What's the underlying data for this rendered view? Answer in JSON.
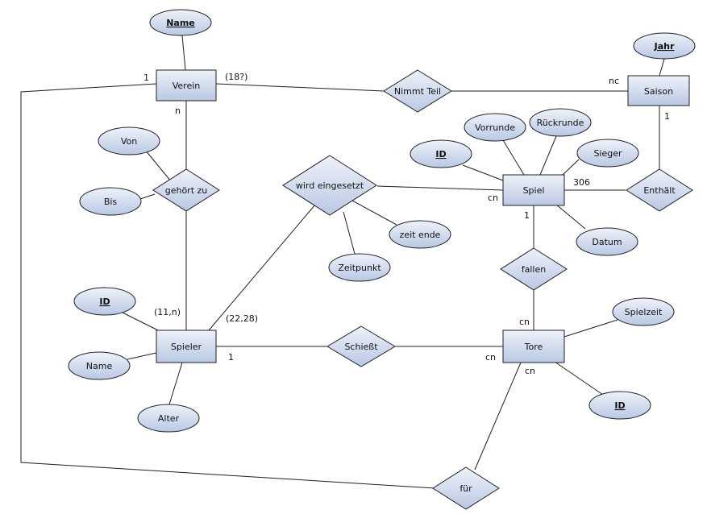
{
  "entities": {
    "verein": "Verein",
    "saison": "Saison",
    "spiel": "Spiel",
    "spieler": "Spieler",
    "tore": "Tore"
  },
  "relationships": {
    "nimmt_teil": "Nimmt Teil",
    "gehoert_zu": "gehört zu",
    "wird_eingesetzt": "wird eingesetzt",
    "enthaelt": "Enthält",
    "fallen": "fallen",
    "schiesst": "Schießt",
    "fuer": "für"
  },
  "attributes": {
    "verein_name": "Name",
    "saison_jahr": "Jahr",
    "von": "Von",
    "bis": "Bis",
    "spiel_id": "ID",
    "vorrunde": "Vorrunde",
    "rueckrunde": "Rückrunde",
    "sieger": "Sieger",
    "datum": "Datum",
    "zeit_ende": "zeit ende",
    "zeitpunkt": "Zeitpunkt",
    "spieler_id": "ID",
    "spieler_name": "Name",
    "alter": "Alter",
    "spielzeit": "Spielzeit",
    "tore_id": "ID"
  },
  "cardinalities": {
    "verein_fuer": "1",
    "verein_nimmt": "(18?)",
    "saison_nimmt": "nc",
    "verein_gehoert": "n",
    "saison_enthaelt": "1",
    "spiel_enthaelt": "306",
    "spiel_wird": "cn",
    "spiel_fallen": "1",
    "spieler_gehoert": "(11,n)",
    "spieler_wird": "(22,28)",
    "spieler_schiesst": "1",
    "tore_fallen": "cn",
    "tore_schiesst": "cn",
    "tore_fuer": "cn"
  }
}
